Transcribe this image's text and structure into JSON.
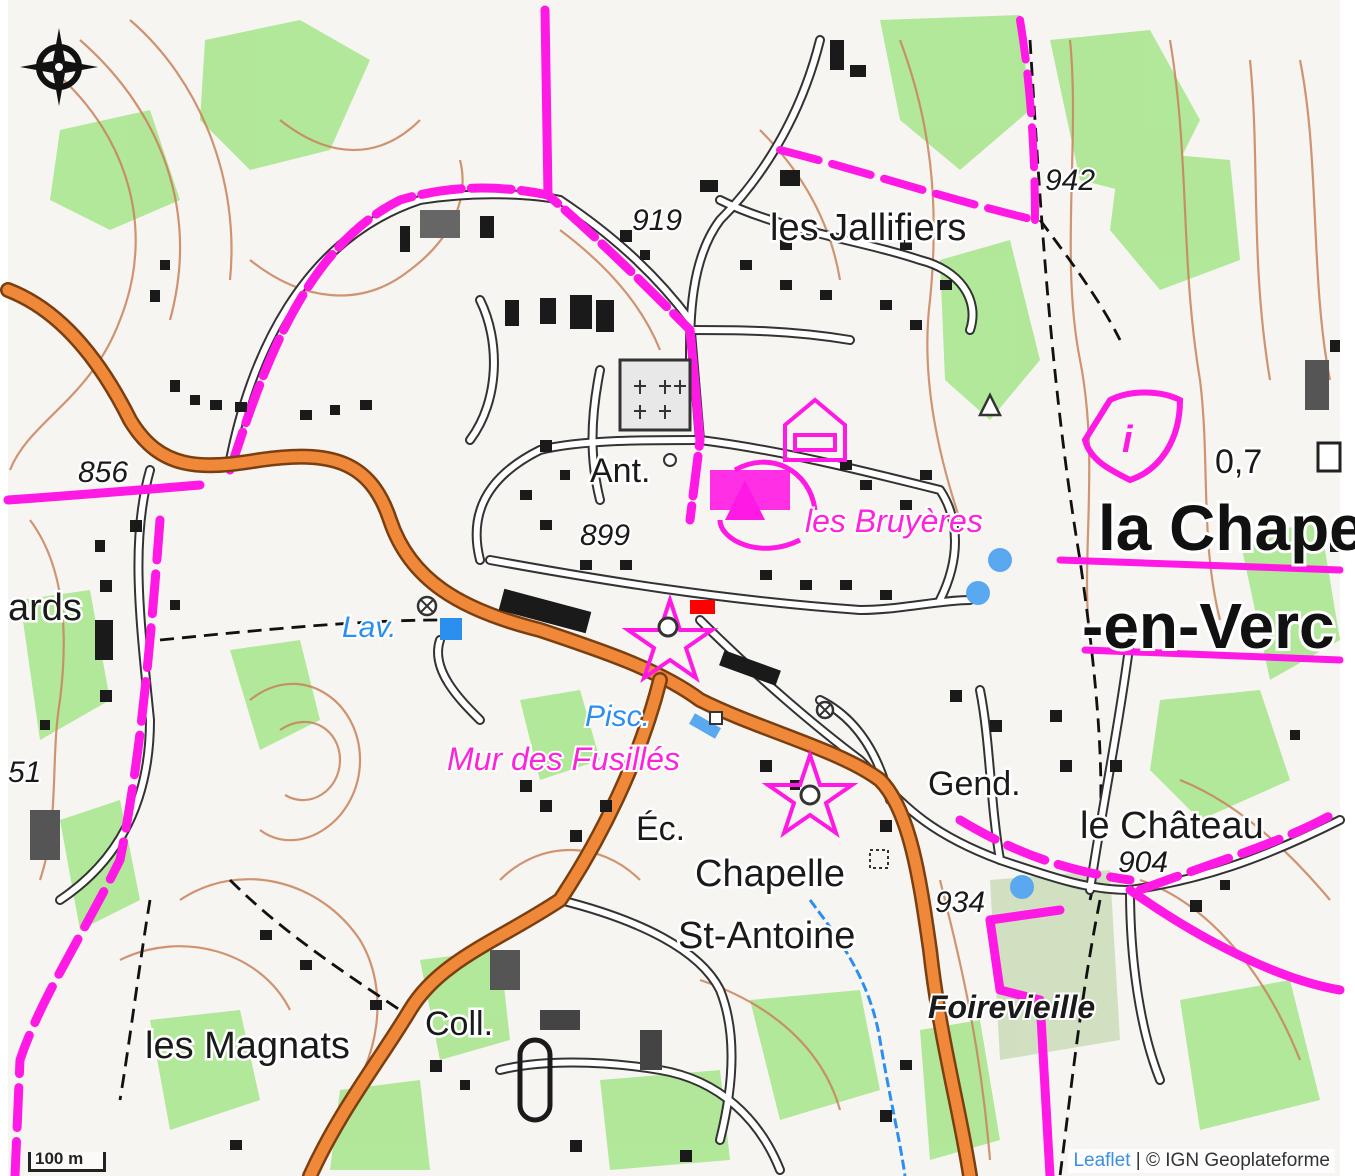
{
  "map": {
    "places": {
      "les_jallifiers": "les Jallifiers",
      "ards": "ards",
      "les_magnats": "les Magnats",
      "le_chateau": "le Château",
      "chapelle": "Chapelle",
      "st_antoine": "St-Antoine",
      "foirevieille": "Foirevieille",
      "town_line1": "la Chape",
      "town_line2": "-en-Verc"
    },
    "altitudes": {
      "a919": "919",
      "a942": "942",
      "a856": "856",
      "a899": "899",
      "a904": "904",
      "a934": "934",
      "a51": "51",
      "a07": "0,7"
    },
    "poi": {
      "ant": "Ant.",
      "les_bruyeres": "les Bruyères",
      "lav": "Lav.",
      "pisc": "Pisc.",
      "mur_des_fusilles": "Mur des Fusillés",
      "gend": "Gend.",
      "ec": "Éc.",
      "coll": "Coll.",
      "info": "i"
    },
    "colors": {
      "road_main": "#f0883a",
      "trail": "#ff19e4",
      "forest": "#a6e58a",
      "contour": "#c8825a",
      "water": "#2b8ff0"
    }
  },
  "controls": {
    "scale_label": "100 m",
    "attribution_link": "Leaflet",
    "attribution_text": " | © IGN Geoplateforme"
  }
}
